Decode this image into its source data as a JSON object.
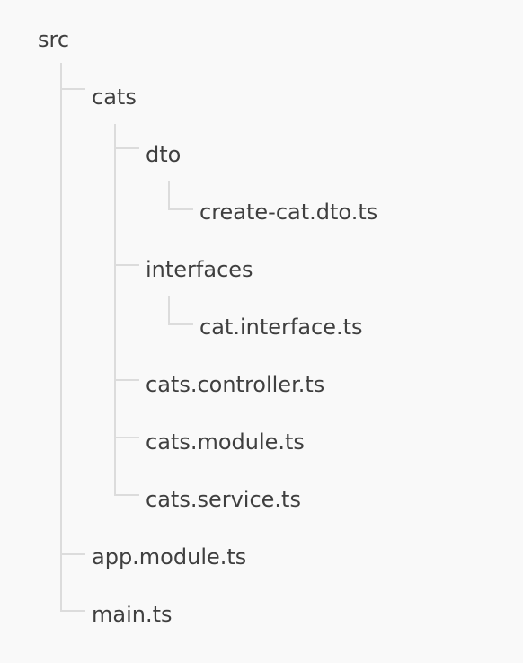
{
  "tree": {
    "root": "src",
    "cats": "cats",
    "dto": "dto",
    "create_cat_dto": "create-cat.dto.ts",
    "interfaces": "interfaces",
    "cat_interface": "cat.interface.ts",
    "cats_controller": "cats.controller.ts",
    "cats_module": "cats.module.ts",
    "cats_service": "cats.service.ts",
    "app_module": "app.module.ts",
    "main": "main.ts"
  },
  "colors": {
    "background": "#f9f9f9",
    "text": "#3f3f3f",
    "connector": "#dcdcdc"
  }
}
